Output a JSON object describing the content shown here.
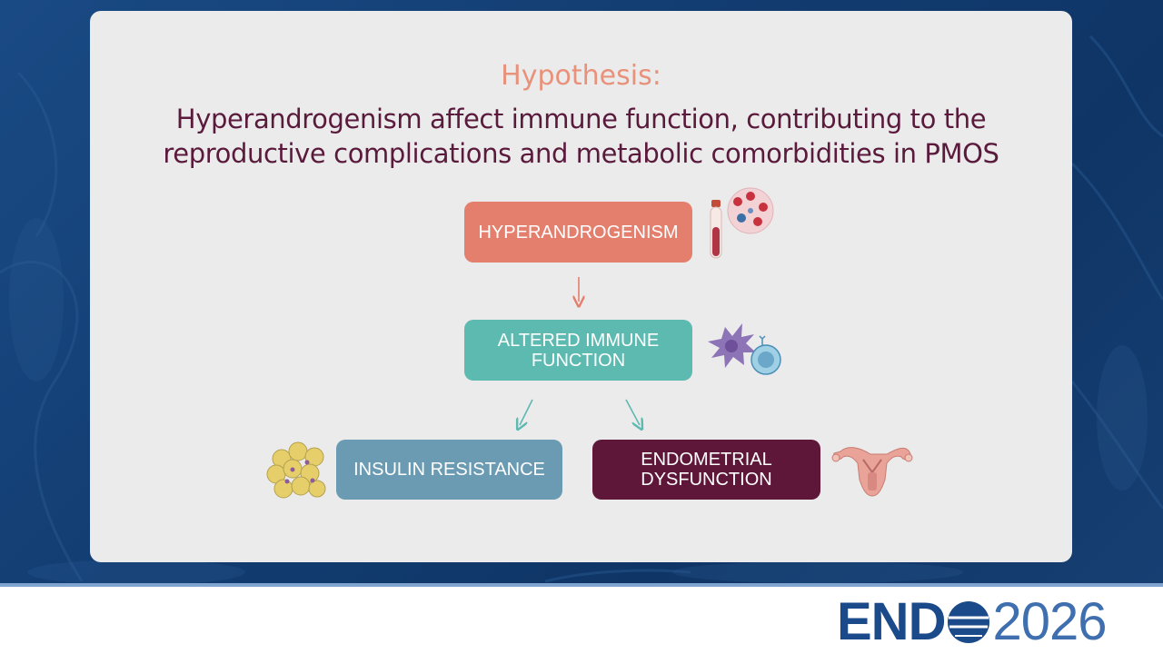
{
  "hypothesis": {
    "label": "Hypothesis:",
    "statement_line1": "Hyperandrogenism affect immune function, contributing to the",
    "statement_line2": "reproductive complications and metabolic comorbidities in PMOS"
  },
  "flowchart": {
    "nodes": {
      "hyperandrogenism": {
        "label": "HYPERANDROGENISM",
        "color": "#e47f6d"
      },
      "immune": {
        "line1": "ALTERED IMMUNE",
        "line2": "FUNCTION",
        "color": "#5dbab0"
      },
      "insulin": {
        "label": "INSULIN RESISTANCE",
        "color": "#6b9ab3"
      },
      "endometrial": {
        "line1": "ENDOMETRIAL",
        "line2": "DYSFUNCTION",
        "color": "#5e1739"
      }
    },
    "edges": [
      {
        "from": "hyperandrogenism",
        "to": "immune"
      },
      {
        "from": "immune",
        "to": "insulin"
      },
      {
        "from": "immune",
        "to": "endometrial"
      }
    ],
    "icons": [
      "blood-tube-icon",
      "blood-cells-icon",
      "immune-cell-icon",
      "lymphocyte-icon",
      "adipocytes-icon",
      "uterus-icon"
    ]
  },
  "footer": {
    "logo_brand": "END",
    "logo_year": "2026"
  },
  "colors": {
    "background_blue": "#123d72",
    "card": "#ebebeb",
    "title_accent": "#e8917b",
    "title_text": "#5a1a3c"
  }
}
